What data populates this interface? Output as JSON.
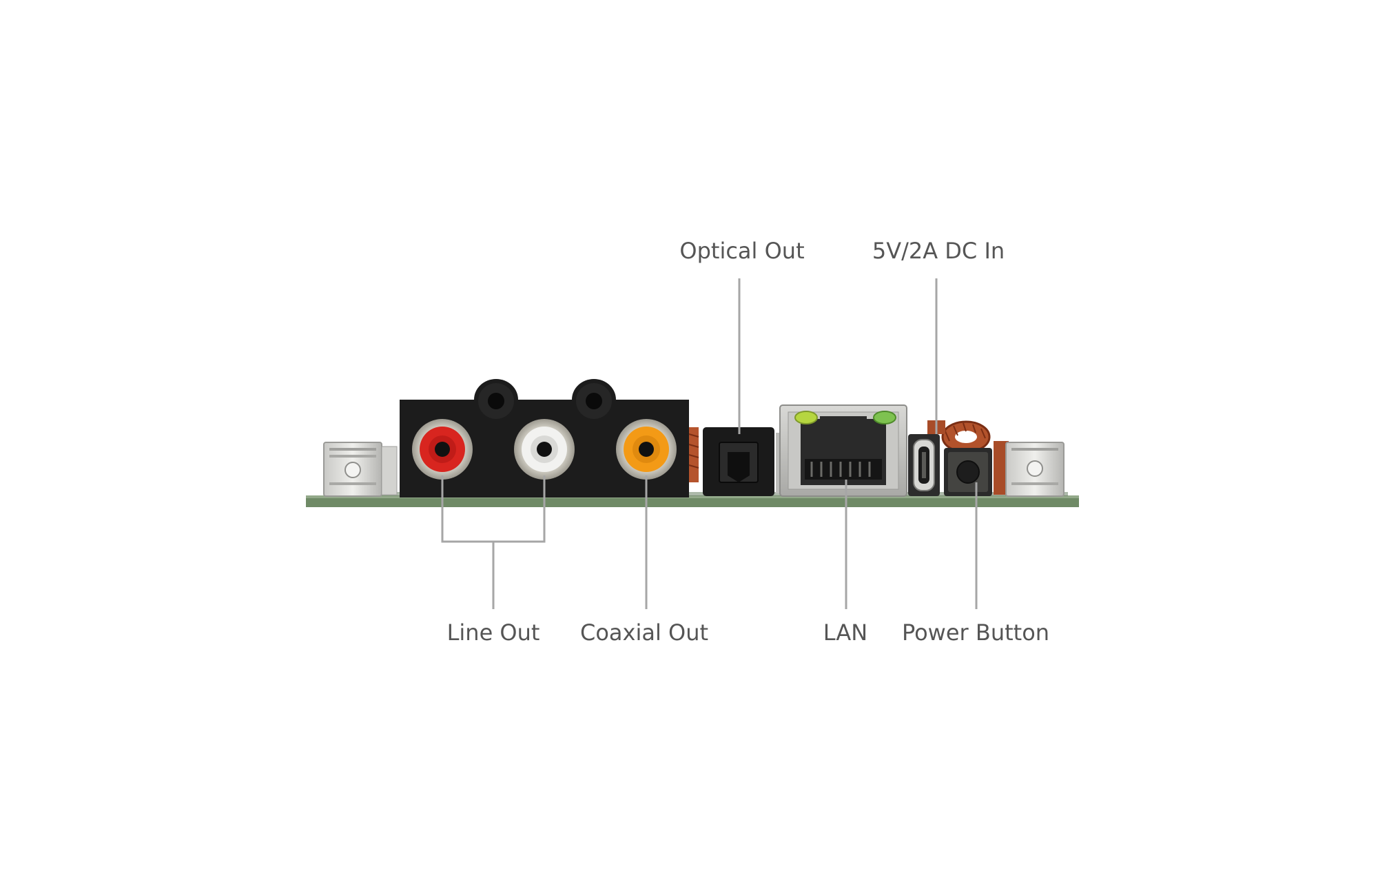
{
  "labels": {
    "optical_out": "Optical Out",
    "dc_in": "5V/2A DC In",
    "line_out": "Line Out",
    "coaxial_out": "Coaxial Out",
    "lan": "LAN",
    "power_button": "Power Button"
  },
  "colors": {
    "background": "#ffffff",
    "label_text": "#555555",
    "leader_line": "#a6a6a6",
    "pcb": "#6f8a66",
    "rca_left": "#d8251f",
    "rca_right": "#f2f2f0",
    "rca_coax": "#f39a16",
    "rca_housing": "#1c1c1c",
    "lan_led": "#b6d640"
  }
}
